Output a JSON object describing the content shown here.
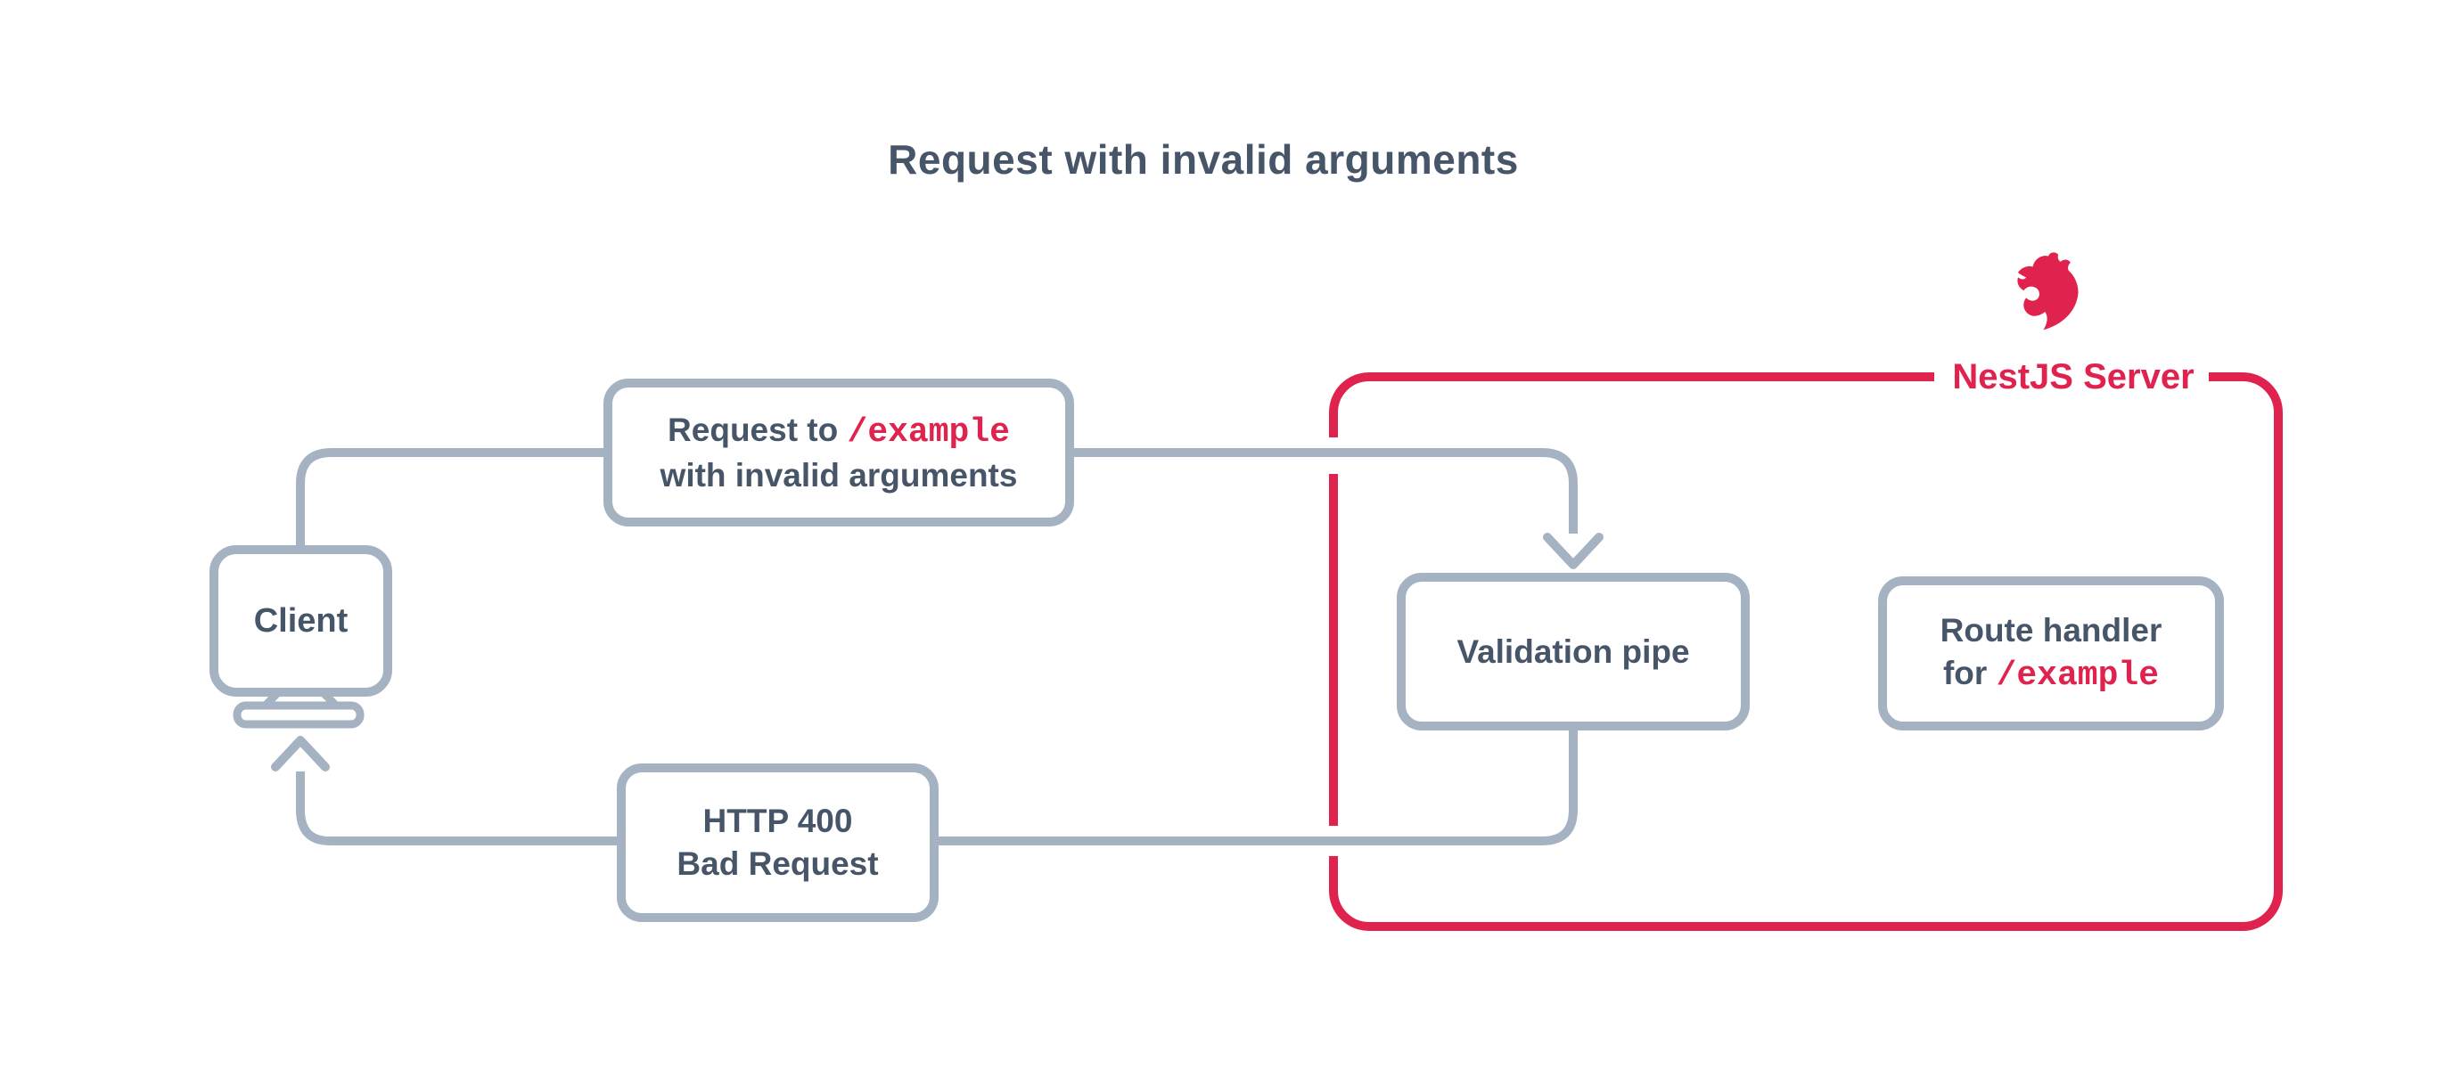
{
  "title": "Request with invalid arguments",
  "colors": {
    "accent_red": "#E0234E",
    "line_gray": "#A5B2C2",
    "text_dark": "#475569",
    "background": "#FFFFFF"
  },
  "client": {
    "label": "Client"
  },
  "request_box": {
    "line1_prefix": "Request to ",
    "path_token": "/example",
    "line2": "with invalid arguments"
  },
  "server": {
    "label": "NestJS Server",
    "logo": "nestjs-cat-logo"
  },
  "validation_box": {
    "label": "Validation pipe"
  },
  "route_box": {
    "line1": "Route handler",
    "line2_prefix": "for ",
    "path_token": "/example"
  },
  "response_box": {
    "line1": "HTTP 400",
    "line2": "Bad Request"
  }
}
